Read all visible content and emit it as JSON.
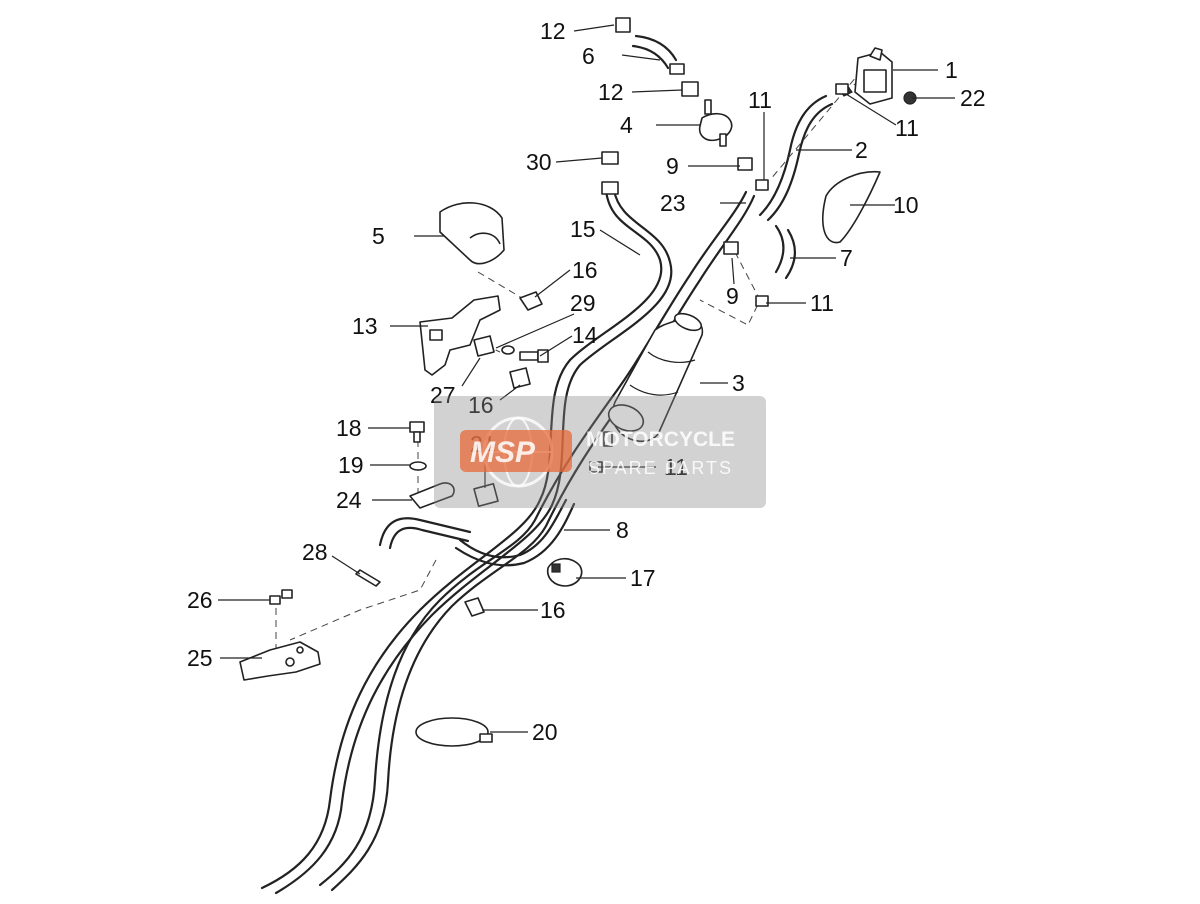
{
  "watermark": {
    "logo_text": "MSP",
    "line1": "MOTORCYCLE",
    "line2": "SPARE PARTS",
    "accent_color": "#e8693a"
  },
  "callouts": [
    {
      "id": "c1",
      "label": "1"
    },
    {
      "id": "c2",
      "label": "2"
    },
    {
      "id": "c3",
      "label": "3"
    },
    {
      "id": "c4",
      "label": "4"
    },
    {
      "id": "c5",
      "label": "5"
    },
    {
      "id": "c6",
      "label": "6"
    },
    {
      "id": "c7",
      "label": "7"
    },
    {
      "id": "c8",
      "label": "8"
    },
    {
      "id": "c9a",
      "label": "9"
    },
    {
      "id": "c9b",
      "label": "9"
    },
    {
      "id": "c10",
      "label": "10"
    },
    {
      "id": "c11a",
      "label": "11"
    },
    {
      "id": "c11b",
      "label": "11"
    },
    {
      "id": "c11c",
      "label": "11"
    },
    {
      "id": "c11d",
      "label": "11"
    },
    {
      "id": "c12a",
      "label": "12"
    },
    {
      "id": "c12b",
      "label": "12"
    },
    {
      "id": "c13",
      "label": "13"
    },
    {
      "id": "c14",
      "label": "14"
    },
    {
      "id": "c15",
      "label": "15"
    },
    {
      "id": "c16a",
      "label": "16"
    },
    {
      "id": "c16b",
      "label": "16"
    },
    {
      "id": "c16c",
      "label": "16"
    },
    {
      "id": "c17",
      "label": "17"
    },
    {
      "id": "c18",
      "label": "18"
    },
    {
      "id": "c19",
      "label": "19"
    },
    {
      "id": "c20",
      "label": "20"
    },
    {
      "id": "c21",
      "label": "21"
    },
    {
      "id": "c22",
      "label": "22"
    },
    {
      "id": "c23",
      "label": "23"
    },
    {
      "id": "c24",
      "label": "24"
    },
    {
      "id": "c25",
      "label": "25"
    },
    {
      "id": "c26",
      "label": "26"
    },
    {
      "id": "c27",
      "label": "27"
    },
    {
      "id": "c28",
      "label": "28"
    },
    {
      "id": "c29",
      "label": "29"
    },
    {
      "id": "c30",
      "label": "30"
    }
  ]
}
